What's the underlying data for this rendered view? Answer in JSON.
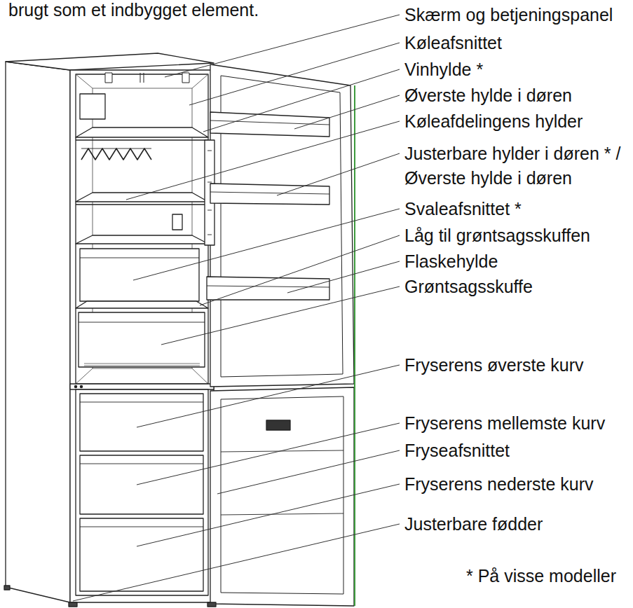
{
  "diagram": {
    "labels": [
      "brugt som et indbygget element.",
      "Skærm og betjeningspanel",
      "Køleafsnittet",
      "Vinhylde *",
      "Øverste hylde i døren",
      "Køleafdelingens hylder",
      "Justerbare hylder i døren * / Øverste hylde i døren",
      "Svaleafsnittet *",
      "Låg til grøntsagsskuffen",
      "Flaskehylde",
      "Grøntsagsskuffe",
      "Fryserens øverste kurv",
      "Fryserens mellemste kurv",
      "Fryseafsnittet",
      "Fryserens nederste kurv",
      "Justerbare fødder",
      "* På visse modeller"
    ]
  }
}
